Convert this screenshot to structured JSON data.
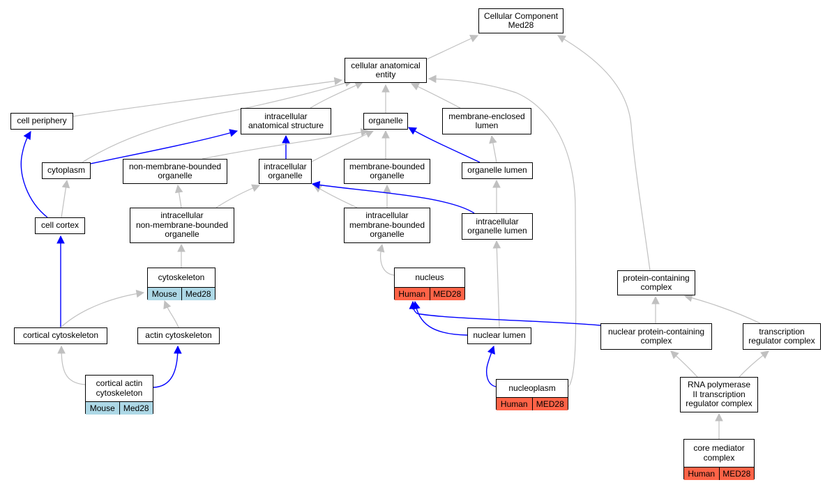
{
  "colors": {
    "edge_gray": "#c0c0c0",
    "edge_blue": "#0000ff",
    "mouse": "#add8e6",
    "human": "#ff6347"
  },
  "nodes": {
    "cellular_component": {
      "lines": [
        "Cellular Component",
        "Med28"
      ]
    },
    "cellular_anatomical_entity": {
      "lines": [
        "cellular anatomical",
        "entity"
      ]
    },
    "cell_periphery": {
      "lines": [
        "cell periphery"
      ]
    },
    "intracellular_anatomical_structure": {
      "lines": [
        "intracellular",
        "anatomical structure"
      ]
    },
    "organelle": {
      "lines": [
        "organelle"
      ]
    },
    "membrane_enclosed_lumen": {
      "lines": [
        "membrane-enclosed",
        "lumen"
      ]
    },
    "cytoplasm": {
      "lines": [
        "cytoplasm"
      ]
    },
    "non_membrane_bounded_organelle": {
      "lines": [
        "non-membrane-bounded",
        "organelle"
      ]
    },
    "intracellular_organelle": {
      "lines": [
        "intracellular",
        "organelle"
      ]
    },
    "membrane_bounded_organelle": {
      "lines": [
        "membrane-bounded",
        "organelle"
      ]
    },
    "organelle_lumen": {
      "lines": [
        "organelle lumen"
      ]
    },
    "cell_cortex": {
      "lines": [
        "cell cortex"
      ]
    },
    "intracellular_nmbo": {
      "lines": [
        "intracellular",
        "non-membrane-bounded",
        "organelle"
      ]
    },
    "intracellular_mbo": {
      "lines": [
        "intracellular",
        "membrane-bounded",
        "organelle"
      ]
    },
    "intracellular_organelle_lumen": {
      "lines": [
        "intracellular",
        "organelle lumen"
      ]
    },
    "cytoskeleton": {
      "lines": [
        "cytoskeleton"
      ],
      "tags": [
        "Mouse",
        "Med28"
      ],
      "species": "mouse"
    },
    "nucleus": {
      "lines": [
        "nucleus"
      ],
      "tags": [
        "Human",
        "MED28"
      ],
      "species": "human"
    },
    "protein_containing_complex": {
      "lines": [
        "protein-containing",
        "complex"
      ]
    },
    "cortical_cytoskeleton": {
      "lines": [
        "cortical cytoskeleton"
      ]
    },
    "actin_cytoskeleton": {
      "lines": [
        "actin cytoskeleton"
      ]
    },
    "nuclear_lumen": {
      "lines": [
        "nuclear lumen"
      ]
    },
    "nuclear_protein_containing_complex": {
      "lines": [
        "nuclear protein-containing",
        "complex"
      ]
    },
    "transcription_regulator_complex": {
      "lines": [
        "transcription",
        "regulator complex"
      ]
    },
    "cortical_actin_cytoskeleton": {
      "lines": [
        "cortical actin",
        "cytoskeleton"
      ],
      "tags": [
        "Mouse",
        "Med28"
      ],
      "species": "mouse"
    },
    "nucleoplasm": {
      "lines": [
        "nucleoplasm"
      ],
      "tags": [
        "Human",
        "MED28"
      ],
      "species": "human"
    },
    "rna_pol_ii_complex": {
      "lines": [
        "RNA polymerase",
        "II transcription",
        "regulator complex"
      ]
    },
    "core_mediator_complex": {
      "lines": [
        "core mediator",
        "complex"
      ],
      "tags": [
        "Human",
        "MED28"
      ],
      "species": "human"
    }
  },
  "edges": [
    {
      "from": "cellular_anatomical_entity",
      "to": "cellular_component",
      "type": "is_a"
    },
    {
      "from": "protein_containing_complex",
      "to": "cellular_component",
      "type": "is_a"
    },
    {
      "from": "cell_periphery",
      "to": "cellular_anatomical_entity",
      "type": "is_a"
    },
    {
      "from": "cytoplasm",
      "to": "cellular_anatomical_entity",
      "type": "is_a"
    },
    {
      "from": "intracellular_anatomical_structure",
      "to": "cellular_anatomical_entity",
      "type": "is_a"
    },
    {
      "from": "organelle",
      "to": "cellular_anatomical_entity",
      "type": "is_a"
    },
    {
      "from": "membrane_enclosed_lumen",
      "to": "cellular_anatomical_entity",
      "type": "is_a"
    },
    {
      "from": "nucleoplasm",
      "to": "cellular_anatomical_entity",
      "type": "is_a"
    },
    {
      "from": "cytoplasm",
      "to": "intracellular_anatomical_structure",
      "type": "part_of"
    },
    {
      "from": "intracellular_organelle",
      "to": "intracellular_anatomical_structure",
      "type": "part_of"
    },
    {
      "from": "non_membrane_bounded_organelle",
      "to": "organelle",
      "type": "is_a"
    },
    {
      "from": "intracellular_organelle",
      "to": "organelle",
      "type": "is_a"
    },
    {
      "from": "membrane_bounded_organelle",
      "to": "organelle",
      "type": "is_a"
    },
    {
      "from": "organelle_lumen",
      "to": "organelle",
      "type": "part_of"
    },
    {
      "from": "organelle_lumen",
      "to": "membrane_enclosed_lumen",
      "type": "is_a"
    },
    {
      "from": "cell_cortex",
      "to": "cell_periphery",
      "type": "part_of"
    },
    {
      "from": "cell_cortex",
      "to": "cytoplasm",
      "type": "is_a"
    },
    {
      "from": "intracellular_nmbo",
      "to": "non_membrane_bounded_organelle",
      "type": "is_a"
    },
    {
      "from": "intracellular_nmbo",
      "to": "intracellular_organelle",
      "type": "is_a"
    },
    {
      "from": "intracellular_mbo",
      "to": "intracellular_organelle",
      "type": "is_a"
    },
    {
      "from": "intracellular_mbo",
      "to": "membrane_bounded_organelle",
      "type": "is_a"
    },
    {
      "from": "intracellular_organelle_lumen",
      "to": "intracellular_organelle",
      "type": "part_of"
    },
    {
      "from": "intracellular_organelle_lumen",
      "to": "organelle_lumen",
      "type": "is_a"
    },
    {
      "from": "cytoskeleton",
      "to": "intracellular_nmbo",
      "type": "is_a"
    },
    {
      "from": "nucleus",
      "to": "intracellular_mbo",
      "type": "is_a"
    },
    {
      "from": "nuclear_lumen",
      "to": "intracellular_organelle_lumen",
      "type": "is_a"
    },
    {
      "from": "cortical_cytoskeleton",
      "to": "cell_cortex",
      "type": "part_of"
    },
    {
      "from": "cortical_cytoskeleton",
      "to": "cytoskeleton",
      "type": "is_a"
    },
    {
      "from": "actin_cytoskeleton",
      "to": "cytoskeleton",
      "type": "is_a"
    },
    {
      "from": "nuclear_lumen",
      "to": "nucleus",
      "type": "part_of"
    },
    {
      "from": "nuclear_protein_containing_complex",
      "to": "nucleus",
      "type": "part_of"
    },
    {
      "from": "nuclear_protein_containing_complex",
      "to": "protein_containing_complex",
      "type": "is_a"
    },
    {
      "from": "transcription_regulator_complex",
      "to": "protein_containing_complex",
      "type": "is_a"
    },
    {
      "from": "cortical_actin_cytoskeleton",
      "to": "cortical_cytoskeleton",
      "type": "is_a"
    },
    {
      "from": "cortical_actin_cytoskeleton",
      "to": "actin_cytoskeleton",
      "type": "part_of"
    },
    {
      "from": "nucleoplasm",
      "to": "nuclear_lumen",
      "type": "part_of"
    },
    {
      "from": "rna_pol_ii_complex",
      "to": "nuclear_protein_containing_complex",
      "type": "is_a"
    },
    {
      "from": "rna_pol_ii_complex",
      "to": "transcription_regulator_complex",
      "type": "is_a"
    },
    {
      "from": "core_mediator_complex",
      "to": "rna_pol_ii_complex",
      "type": "is_a"
    }
  ]
}
